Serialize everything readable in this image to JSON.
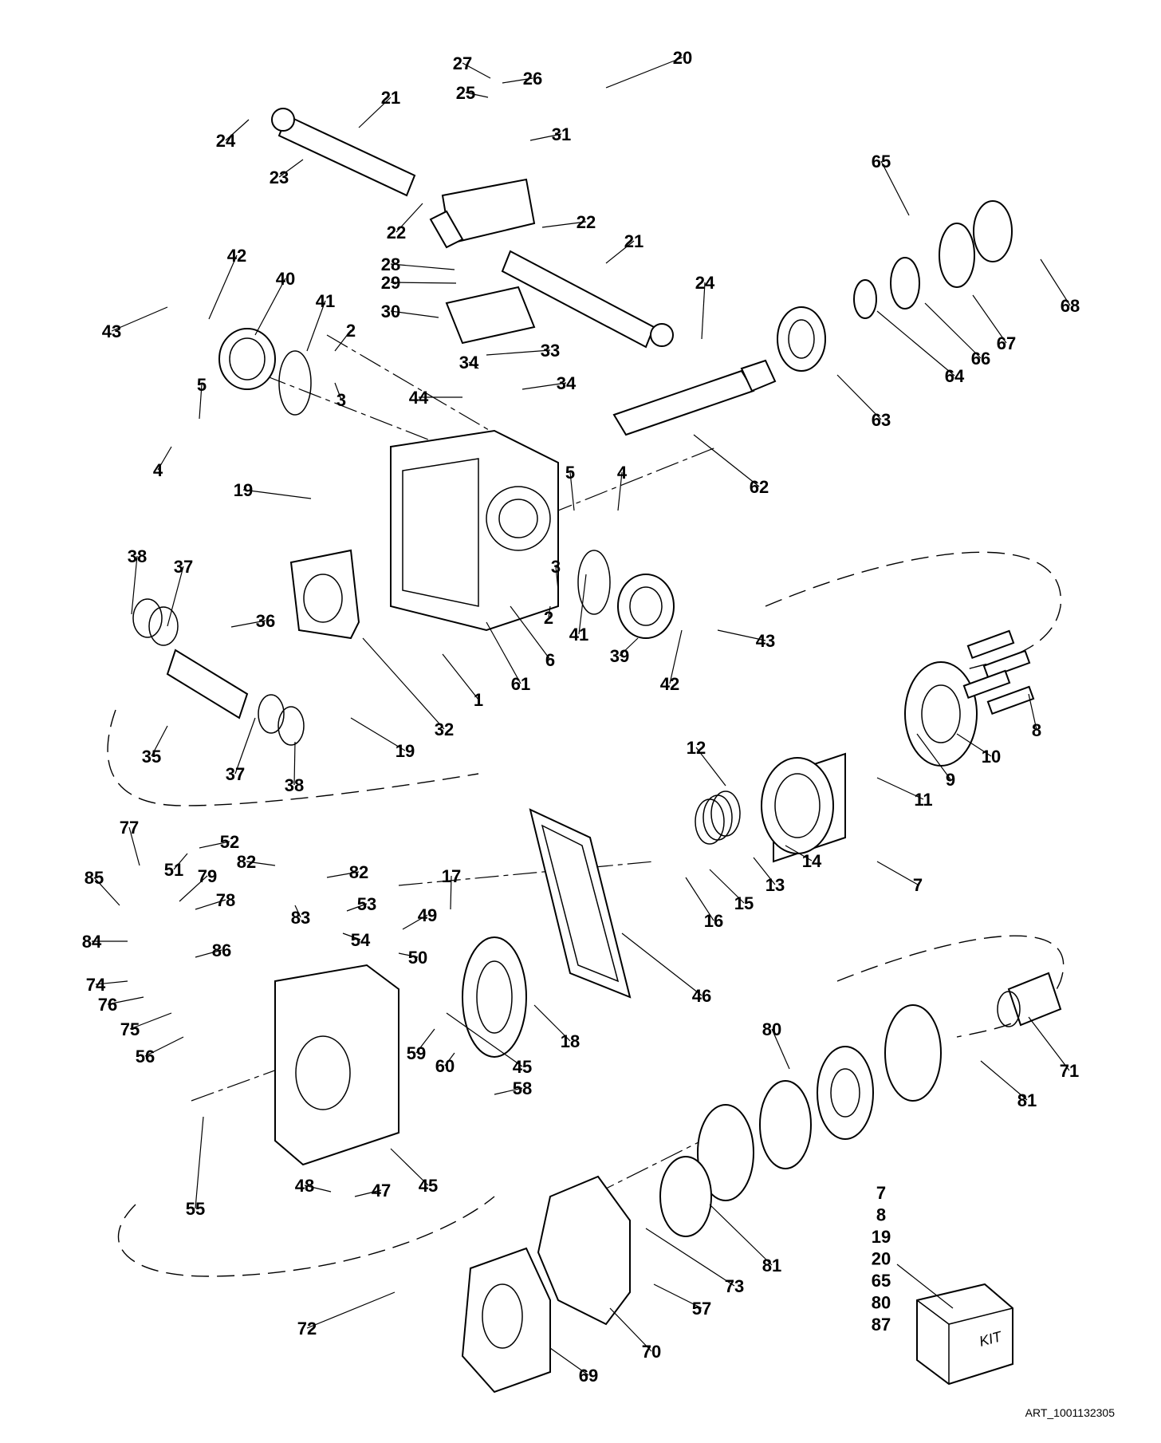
{
  "diagram": {
    "part_numbers": [
      "1",
      "2",
      "3",
      "4",
      "5",
      "6",
      "7",
      "8",
      "9",
      "10",
      "11",
      "12",
      "13",
      "14",
      "15",
      "16",
      "17",
      "18",
      "19",
      "20",
      "21",
      "22",
      "23",
      "24",
      "25",
      "26",
      "27",
      "28",
      "29",
      "30",
      "31",
      "32",
      "33",
      "34",
      "35",
      "36",
      "37",
      "38",
      "39",
      "40",
      "41",
      "42",
      "43",
      "44",
      "45",
      "46",
      "47",
      "48",
      "49",
      "50",
      "51",
      "52",
      "53",
      "54",
      "55",
      "56",
      "57",
      "58",
      "59",
      "60",
      "61",
      "62",
      "63",
      "64",
      "65",
      "66",
      "67",
      "68",
      "69",
      "70",
      "71",
      "72",
      "73",
      "74",
      "75",
      "76",
      "77",
      "78",
      "79",
      "80",
      "81",
      "82",
      "83",
      "84",
      "85",
      "86",
      "87"
    ],
    "kit_items": [
      "7",
      "8",
      "19",
      "20",
      "65",
      "80",
      "87"
    ],
    "kit_box_label": "KIT",
    "art_id": "ART_1001132305"
  }
}
